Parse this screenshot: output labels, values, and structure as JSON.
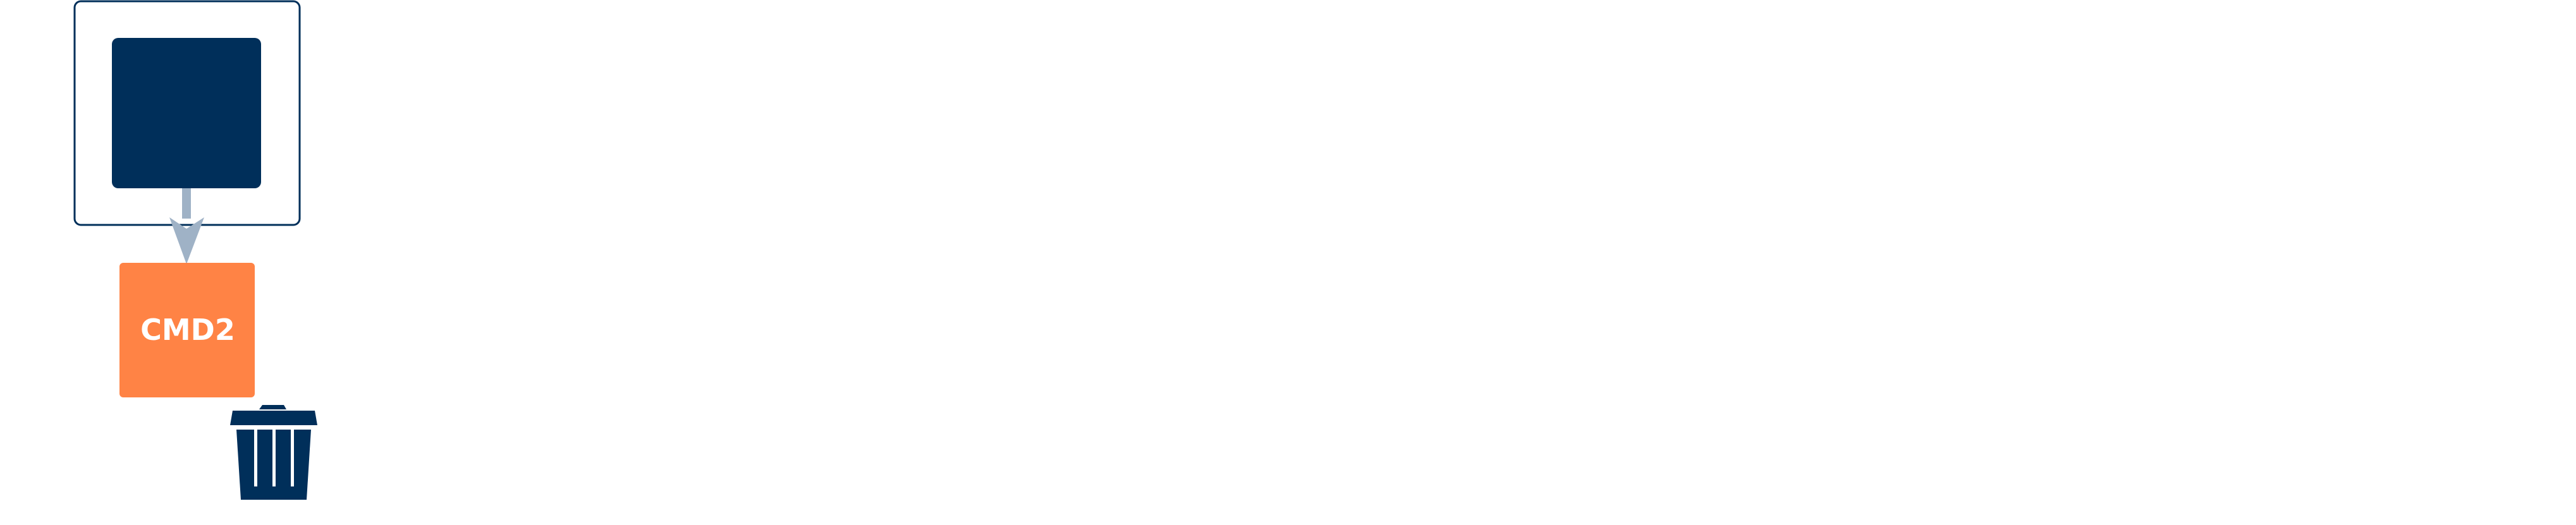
{
  "diagram": {
    "nodes": {
      "command_1": {
        "label": ""
      },
      "command_2": {
        "label": "CMD2"
      }
    },
    "edges": [
      {
        "from": "command_1",
        "to": "command_2"
      }
    ],
    "icons": {
      "trash": "trash-icon"
    }
  },
  "colors": {
    "navy": "#002F5A",
    "orange": "#FF8345",
    "arrow": "#9FB2C6",
    "background": "#FFFFFF"
  }
}
